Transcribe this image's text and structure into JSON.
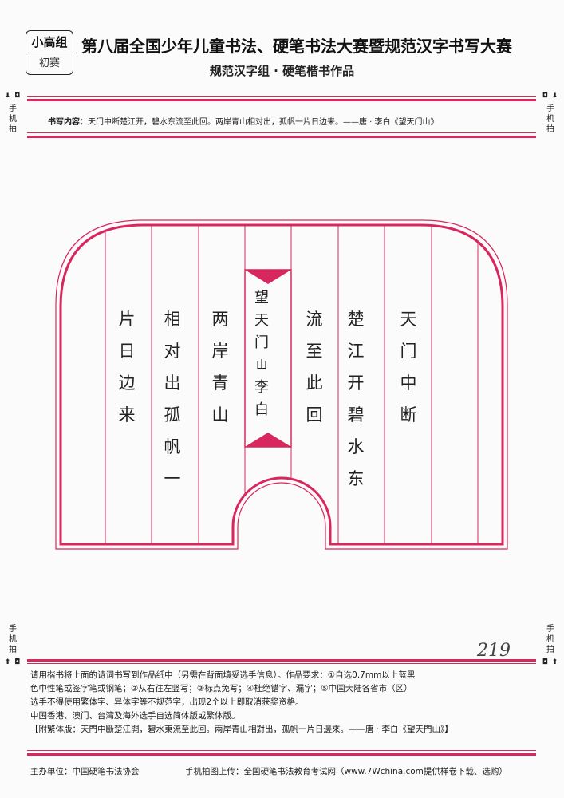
{
  "badge": {
    "group": "小高组",
    "round": "初赛"
  },
  "header": {
    "title": "第八届全国少年儿童书法、硬笔书法大赛暨规范汉字书写大赛",
    "subtitle": "规范汉字组 · 硬笔楷书作品"
  },
  "side": {
    "icons": "⬇ ◘",
    "icons_right": "◘ ⬇",
    "icons_bottom": "⬆ ◘",
    "icons_bottom_right": "◘ ⬆",
    "label_lines": [
      "手",
      "机",
      "拍"
    ]
  },
  "content": {
    "label": "书写内容：",
    "text": "天门中断楚江开，碧水东流至此回。两岸青山相对出，孤帆一片日边来。——唐 · 李白《望天门山》"
  },
  "columns": [
    {
      "chars": [
        "天",
        "门",
        "中",
        "断"
      ]
    },
    {
      "chars": [
        "楚",
        "江",
        "开",
        "碧",
        "水",
        "东"
      ]
    },
    {
      "chars": [
        "流",
        "至",
        "此",
        "回"
      ]
    },
    {
      "chars": [
        "两",
        "岸",
        "青",
        "山"
      ]
    },
    {
      "chars": [
        "相",
        "对",
        "出",
        "孤",
        "帆",
        "一"
      ]
    },
    {
      "chars": [
        "片",
        "日",
        "边",
        "来"
      ]
    }
  ],
  "center_title": {
    "chars": [
      "望",
      "天",
      "门",
      "山",
      "李",
      "白"
    ]
  },
  "entry_number": "219",
  "requirements": {
    "lines": [
      "请用楷书将上面的诗词书写到作品纸中（另需在背面填妥选手信息）。作品要求：①自选0.7mm以上蓝黑",
      "色中性笔或签字笔或钢笔；②从右往左竖写；③标点免写；④杜绝错字、漏字；⑤中国大陆各省市（区）",
      "选手不得使用繁体字、异体字等不规范字，出现2个以上即取消获奖资格。",
      "中国香港、澳门、台湾及海外选手自选简体版或繁体版。",
      "【附繁体版：天門中斷楚江開，碧水東流至此回。兩岸青山相對出，孤帆一片日邊來。——唐 · 李白《望天門山》】"
    ]
  },
  "footer": {
    "organizer": "主办单位：中国硬笔书法协会",
    "upload": "手机拍图上传：全国硬笔书法教育考试网（www.7Wchina.com提供样卷下载、选购）"
  },
  "colors": {
    "accent": "#d8275e"
  }
}
